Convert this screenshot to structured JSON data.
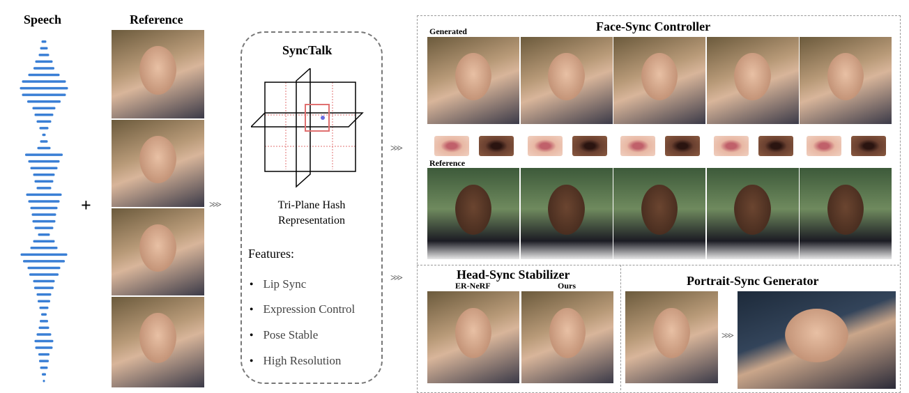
{
  "speech": {
    "title": "Speech",
    "color": "#3a7fd5",
    "bars": [
      7,
      11,
      15,
      25,
      30,
      45,
      63,
      69,
      63,
      48,
      33,
      27,
      21,
      13,
      5,
      11,
      19,
      54,
      45,
      39,
      31,
      27,
      21,
      51,
      45,
      39,
      35,
      33,
      27,
      17,
      31,
      39,
      67,
      60,
      47,
      42,
      31,
      28,
      21,
      18,
      13,
      8,
      12,
      15,
      21,
      27,
      25,
      16,
      14,
      11,
      6,
      3
    ]
  },
  "plus": "+",
  "reference": {
    "title": "Reference"
  },
  "synctalk": {
    "title": "SyncTalk",
    "caption_line1": "Tri-Plane Hash",
    "caption_line2": "Representation",
    "features_title": "Features:",
    "features": [
      "Lip Sync",
      "Expression Control",
      "Pose Stable",
      "High Resolution"
    ]
  },
  "face_sync": {
    "title": "Face-Sync Controller",
    "generated_label": "Generated",
    "reference_label": "Reference"
  },
  "head_sync": {
    "title": "Head-Sync Stabilizer",
    "left_label": "ER-NeRF",
    "right_label": "Ours"
  },
  "portrait_sync": {
    "title": "Portrait-Sync Generator"
  },
  "arrow_glyph": ">>>"
}
